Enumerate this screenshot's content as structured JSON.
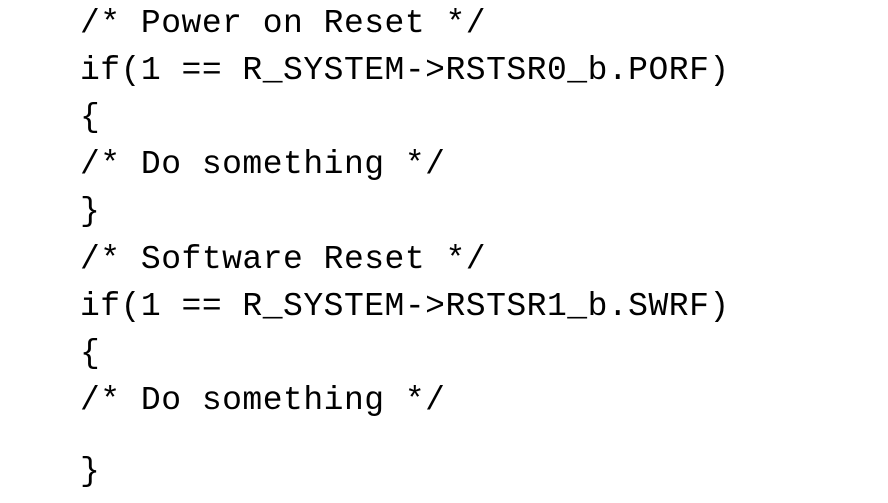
{
  "code": {
    "lines": [
      "/* Power on Reset */",
      "if(1 == R_SYSTEM->RSTSR0_b.PORF)",
      "{",
      "/* Do something */",
      "}",
      "/* Software Reset */",
      "if(1 == R_SYSTEM->RSTSR1_b.SWRF)",
      "{",
      "/* Do something */",
      "}"
    ]
  }
}
